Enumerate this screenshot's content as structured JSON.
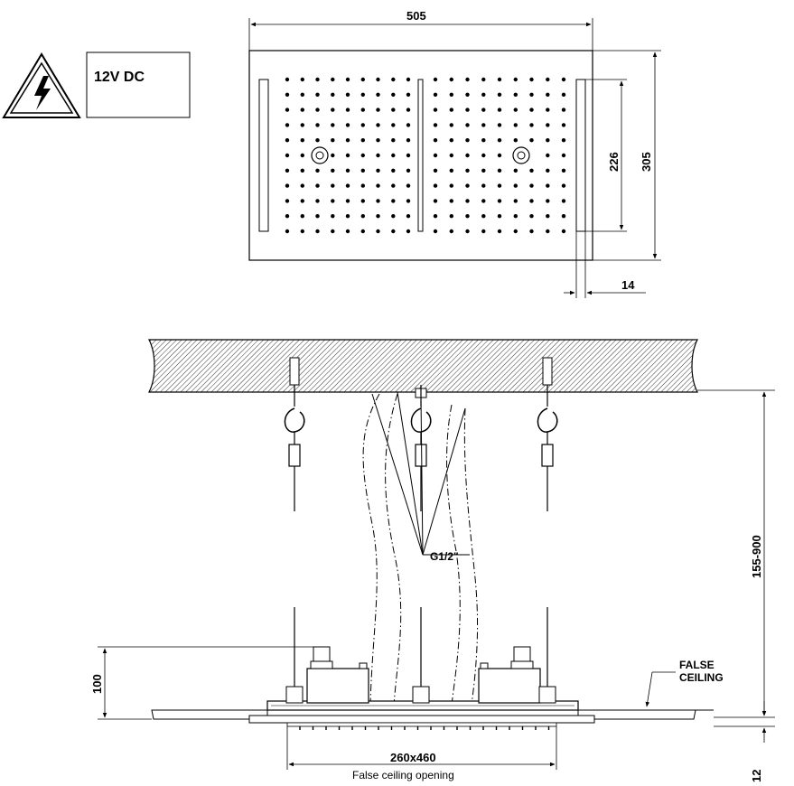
{
  "voltage_label": "12V DC",
  "warning_icon": "high-voltage-icon",
  "dimensions": {
    "width": "505",
    "depth": "305",
    "inner_depth": "226",
    "side_margin": "14",
    "height_range": "155-900",
    "installation_height": "100",
    "thickness": "12"
  },
  "connection_label": "G1/2\"",
  "false_ceiling_label_line1": "FALSE",
  "false_ceiling_label_line2": "CEILING",
  "opening_size": "260x460",
  "opening_label": "False  ceiling  opening"
}
